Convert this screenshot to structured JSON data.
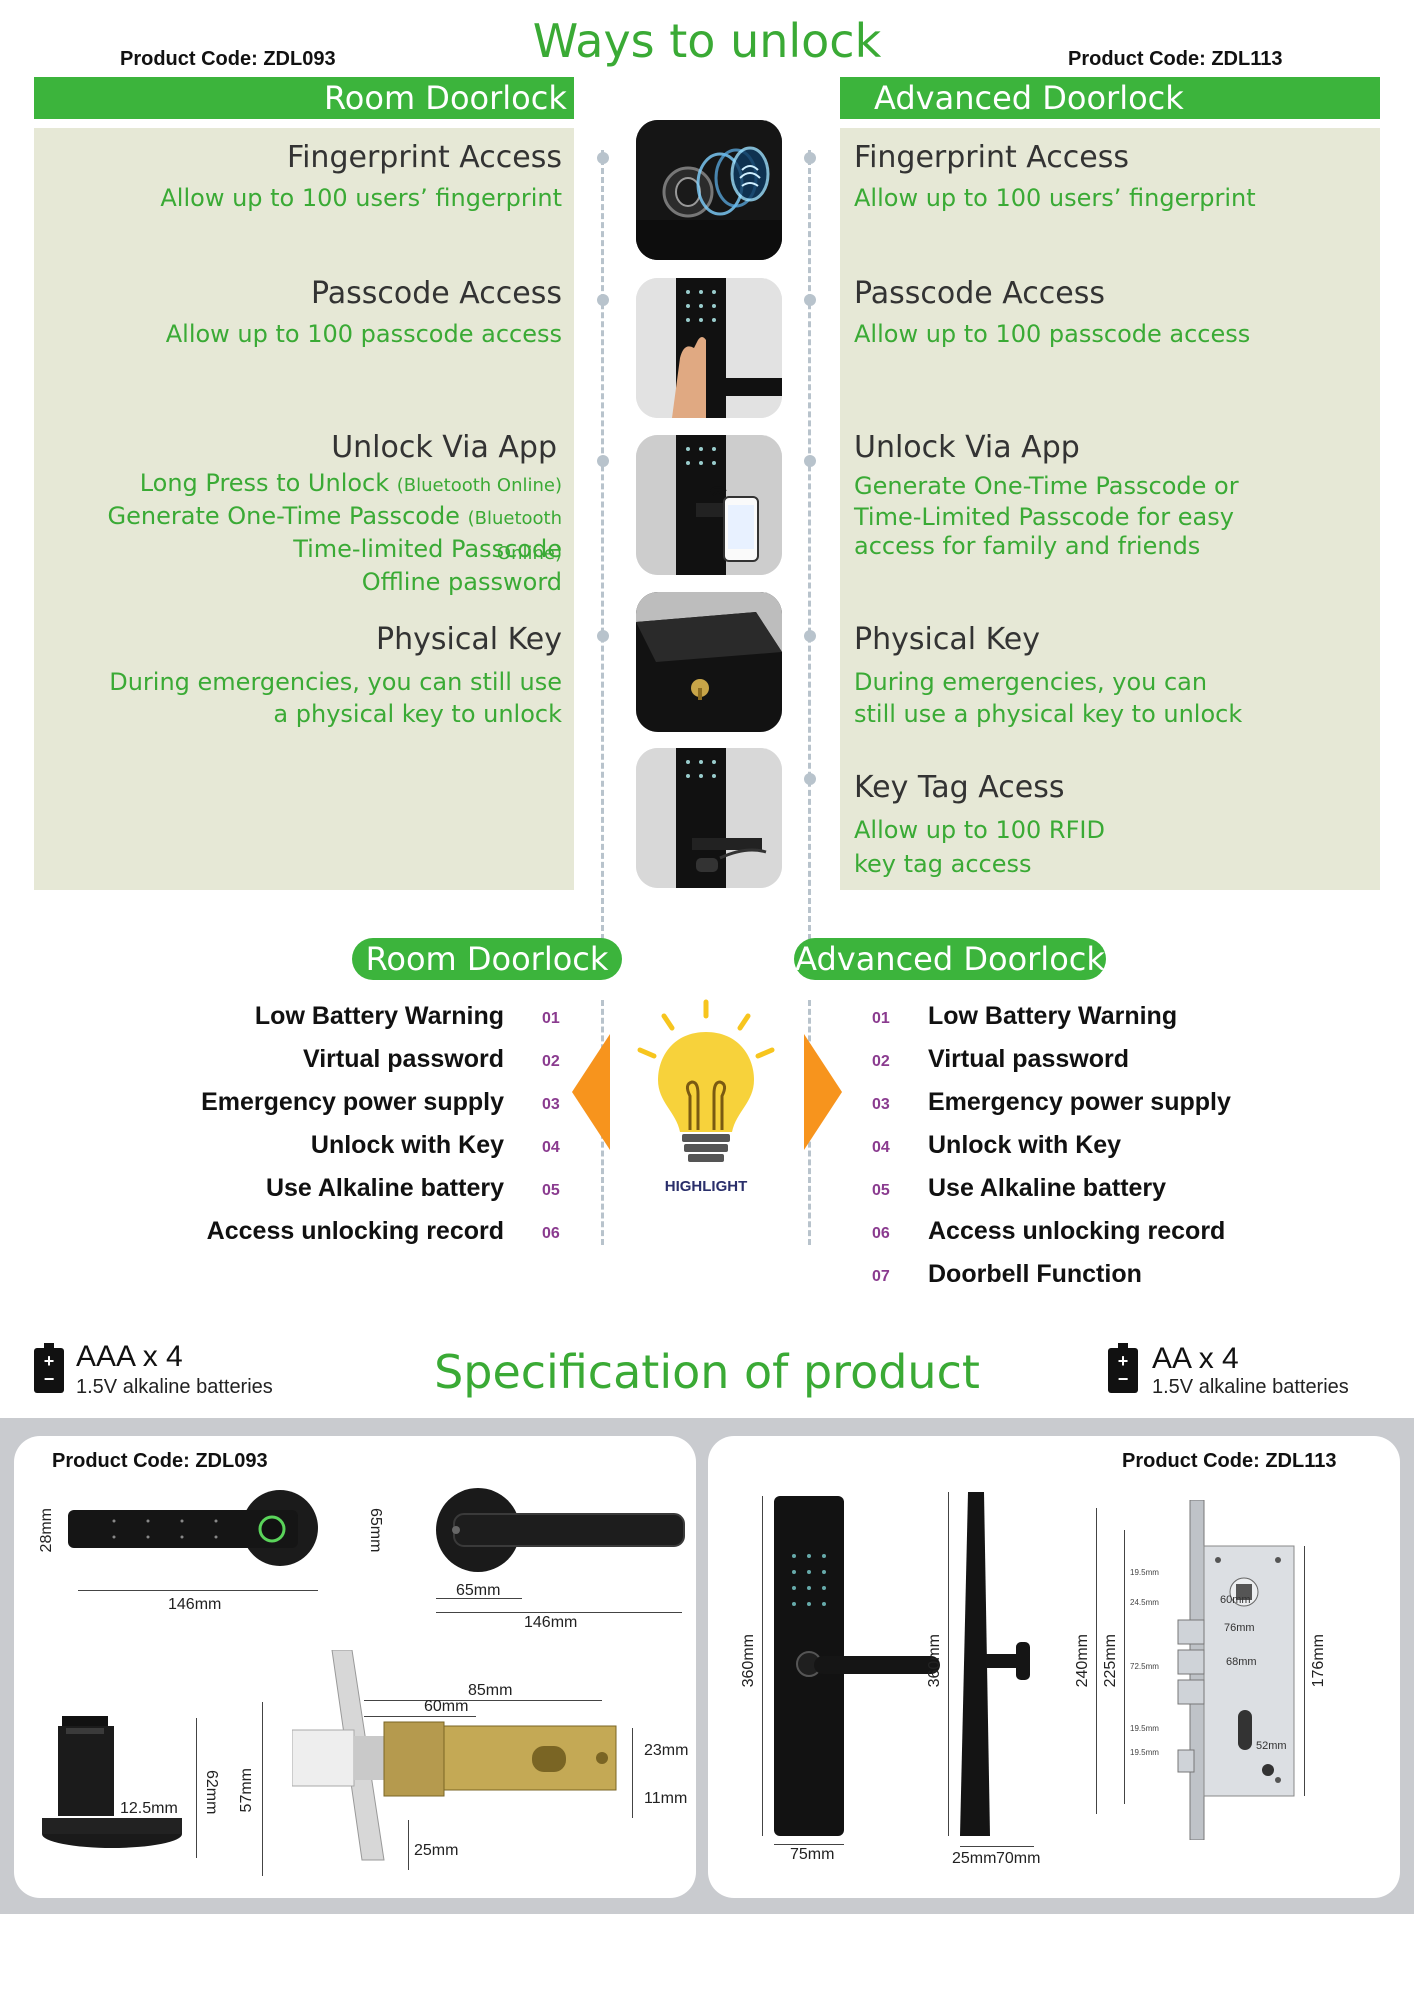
{
  "header": {
    "title": "Ways to unlock",
    "code_left": "Product Code: ZDL093",
    "code_right": "Product Code: ZDL113"
  },
  "room": {
    "bar": "Room Doorlock",
    "features": [
      {
        "title": "Fingerprint Access",
        "lines": [
          "Allow up to 100 users’ fingerprint"
        ]
      },
      {
        "title": "Passcode Access",
        "lines": [
          "Allow up to 100 passcode access"
        ]
      },
      {
        "title": "Unlock Via App",
        "lines": [
          "Long Press to Unlock",
          "Generate One-Time Passcode",
          "Time-limited Passcode",
          "Offline password"
        ],
        "notes": [
          "(Bluetooth Online)",
          "(Bluetooth Online)"
        ]
      },
      {
        "title": "Physical Key",
        "lines": [
          "During emergencies, you can still use",
          "a  physical key to unlock"
        ]
      }
    ]
  },
  "advanced": {
    "bar": "Advanced Doorlock",
    "features": [
      {
        "title": "Fingerprint Access",
        "lines": [
          "Allow up to 100 users’ fingerprint"
        ]
      },
      {
        "title": "Passcode Access",
        "lines": [
          "Allow up to 100 passcode access"
        ]
      },
      {
        "title": "Unlock Via App",
        "lines": [
          "Generate One-Time Passcode or",
          "Time-Limited Passcode for easy",
          "access for family and friends"
        ]
      },
      {
        "title": "Physical Key",
        "lines": [
          "During emergencies, you can",
          "still use a  physical key to unlock"
        ]
      },
      {
        "title": "Key Tag Acess",
        "lines": [
          "Allow up to 100 RFID",
          "key tag access"
        ]
      }
    ]
  },
  "highlight": {
    "room_pill": "Room Doorlock",
    "adv_pill": "Advanced Doorlock",
    "label": "HIGHLIGHT",
    "room_items": [
      {
        "num": "01",
        "text": "Low Battery Warning"
      },
      {
        "num": "02",
        "text": "Virtual password"
      },
      {
        "num": "03",
        "text": "Emergency  power supply"
      },
      {
        "num": "04",
        "text": "Unlock with Key"
      },
      {
        "num": "05",
        "text": "Use Alkaline battery"
      },
      {
        "num": "06",
        "text": "Access unlocking record"
      }
    ],
    "adv_items": [
      {
        "num": "01",
        "text": "Low Battery Warning"
      },
      {
        "num": "02",
        "text": "Virtual password"
      },
      {
        "num": "03",
        "text": "Emergency  power supply"
      },
      {
        "num": "04",
        "text": "Unlock with Key"
      },
      {
        "num": "05",
        "text": "Use Alkaline battery"
      },
      {
        "num": "06",
        "text": "Access unlocking record"
      },
      {
        "num": "07",
        "text": "Doorbell Function"
      }
    ]
  },
  "battery": {
    "left_main": "AAA x 4",
    "left_sub": "1.5V alkaline batteries",
    "right_main": "AA x 4",
    "right_sub": "1.5V alkaline batteries",
    "plus": "+",
    "minus": "−"
  },
  "spec": {
    "title": "Specification of product",
    "left": {
      "code": "Product Code: ZDL093",
      "dims": [
        "28mm",
        "65mm",
        "146mm",
        "65mm",
        "146mm",
        "85mm",
        "60mm",
        "23mm",
        "11mm",
        "25mm",
        "57mm",
        "62mm",
        "12.5mm"
      ]
    },
    "right": {
      "code": "Product Code: ZDL113",
      "dims": [
        "360mm",
        "75mm",
        "360mm",
        "25mm",
        "70mm",
        "240mm",
        "225mm",
        "176mm",
        "60mm",
        "76mm",
        "68mm",
        "52mm"
      ],
      "tiny": [
        "19.5mm",
        "24.5mm",
        "72.5mm",
        "19.5mm",
        "19.5mm"
      ]
    }
  },
  "colors": {
    "brand_green": "#3cb43c",
    "panel_bg": "#e6e8d6",
    "number_purple": "#8a3b8f",
    "arrow_orange": "#f7941d",
    "bulb_yellow": "#f7d23b"
  }
}
